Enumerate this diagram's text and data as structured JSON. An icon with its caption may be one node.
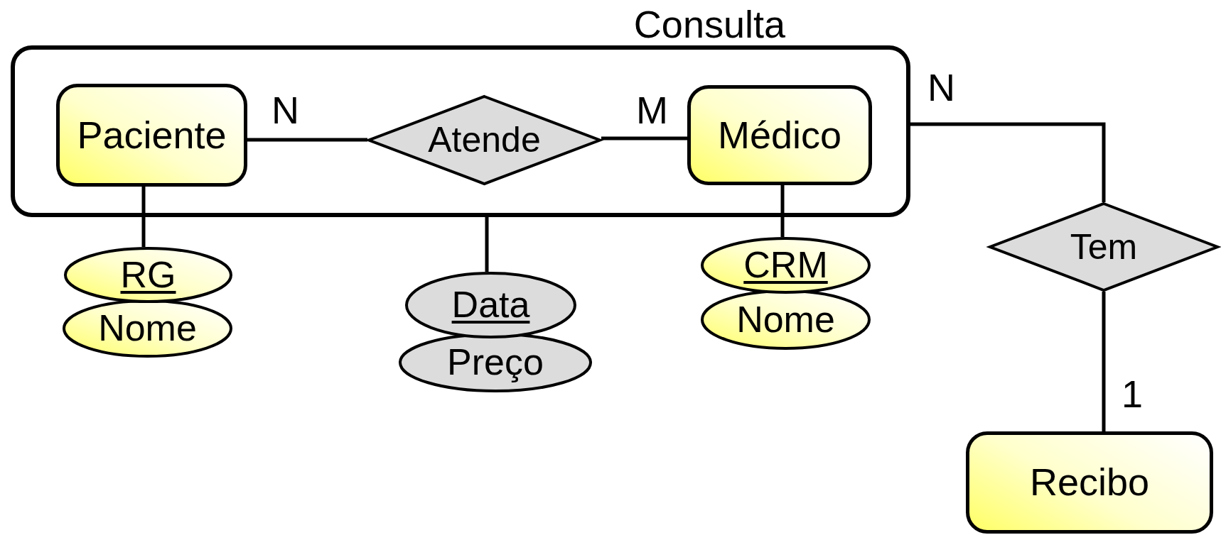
{
  "diagram": {
    "nodes": [
      {
        "text": [
          "Consulta"
        ]
      },
      {
        "text": [
          "Paciente"
        ],
        "in": 0
      },
      {
        "text": [
          "Atende"
        ],
        "in": 0
      },
      {
        "text": [
          "Médico"
        ],
        "in": 0
      },
      {
        "text": [
          "Tem"
        ]
      },
      {
        "text": [
          "RG"
        ]
      },
      {
        "text": [
          "Nome"
        ]
      },
      {
        "text": [
          "Data"
        ]
      },
      {
        "text": [
          "Preço"
        ]
      },
      {
        "text": [
          "CRM"
        ]
      },
      {
        "text": [
          "Nome"
        ]
      },
      {
        "text": [
          "Recibo"
        ]
      }
    ],
    "edges": [
      {
        "from": 1,
        "to": 2,
        "arrow": "none",
        "label": "N"
      },
      {
        "from": 2,
        "to": 3,
        "arrow": "none",
        "label": "M"
      },
      {
        "from": 0,
        "to": 4,
        "arrow": "none",
        "label": "N"
      },
      {
        "from": 4,
        "to": 11,
        "arrow": "none",
        "label": "1"
      },
      {
        "from": 1,
        "to": 5,
        "arrow": "none"
      },
      {
        "from": 0,
        "to": 7,
        "arrow": "none"
      },
      {
        "from": 3,
        "to": 9,
        "arrow": "none"
      }
    ]
  }
}
